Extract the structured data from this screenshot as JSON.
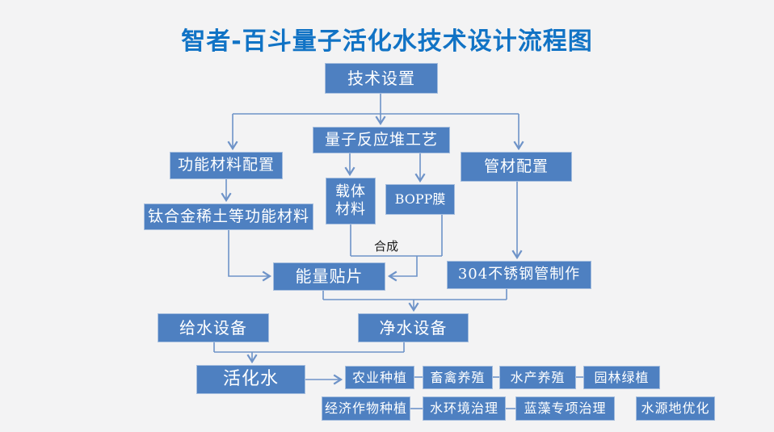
{
  "title": "智者-百斗量子活化水技术设计流程图",
  "colors": {
    "background": "#F3F3F4",
    "title_text": "#1173C5",
    "box_fill": "#4E80C1",
    "box_border": "#A6BEDE",
    "box_text": "#FFFFFF",
    "connector": "#6E93C8",
    "junction_label_text": "#1A1A1A"
  },
  "nodes": {
    "tech_setup": "技术设置",
    "functional_material_config": "功能材料配置",
    "quantum_reactor_process": "量子反应堆工艺",
    "pipe_config": "管材配置",
    "carrier_material": "载体材料",
    "bopp_film": "BOPP膜",
    "titanium_rare_earth": "钛合金稀土等功能材料",
    "synthesis_label": "合成",
    "energy_patch": "能量贴片",
    "steel_pipe_304": "304不锈钢管制作",
    "water_supply_equipment": "给水设备",
    "water_purification_equipment": "净水设备",
    "activated_water": "活化水",
    "agriculture_planting": "农业种植",
    "livestock_breeding": "畜禽养殖",
    "aquaculture": "水产养殖",
    "garden_greening": "园林绿植",
    "cash_crop_planting": "经济作物种植",
    "water_environment_treatment": "水环境治理",
    "cyanobacteria_special_treatment": "蓝藻专项治理",
    "water_source_optimization": "水源地优化"
  },
  "edges": [
    [
      "tech_setup",
      "functional_material_config"
    ],
    [
      "tech_setup",
      "quantum_reactor_process"
    ],
    [
      "tech_setup",
      "pipe_config"
    ],
    [
      "quantum_reactor_process",
      "carrier_material"
    ],
    [
      "quantum_reactor_process",
      "bopp_film"
    ],
    [
      "functional_material_config",
      "titanium_rare_earth"
    ],
    [
      "titanium_rare_earth",
      "energy_patch"
    ],
    [
      "carrier_material",
      "energy_patch"
    ],
    [
      "bopp_film",
      "energy_patch"
    ],
    [
      "pipe_config",
      "steel_pipe_304"
    ],
    [
      "energy_patch",
      "water_purification_equipment"
    ],
    [
      "steel_pipe_304",
      "water_purification_equipment"
    ],
    [
      "water_supply_equipment",
      "activated_water"
    ],
    [
      "water_purification_equipment",
      "activated_water"
    ],
    [
      "activated_water",
      "agriculture_planting"
    ],
    [
      "agriculture_planting",
      "livestock_breeding"
    ],
    [
      "livestock_breeding",
      "aquaculture"
    ],
    [
      "aquaculture",
      "garden_greening"
    ],
    [
      "cash_crop_planting",
      "water_environment_treatment"
    ],
    [
      "water_environment_treatment",
      "cyanobacteria_special_treatment"
    ]
  ]
}
